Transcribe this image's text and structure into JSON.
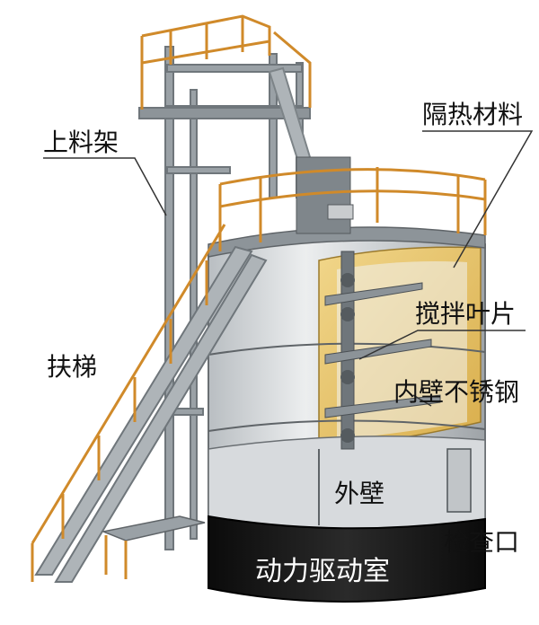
{
  "labels": {
    "feeding_rack": "上料架",
    "insulation": "隔热材料",
    "ladder": "扶梯",
    "stirring_blade": "搅拌叶片",
    "inner_wall": "内壁不锈钢",
    "outer_wall": "外壁",
    "inspection_port": "检查口",
    "power_room": "动力驱动室"
  },
  "colors": {
    "steel_frame": "#9aa1a6",
    "railing": "#d08a2a",
    "shell": "#c7cbcf",
    "insulation": "#e8c56a",
    "base": "#161616",
    "leader": "#333333"
  }
}
